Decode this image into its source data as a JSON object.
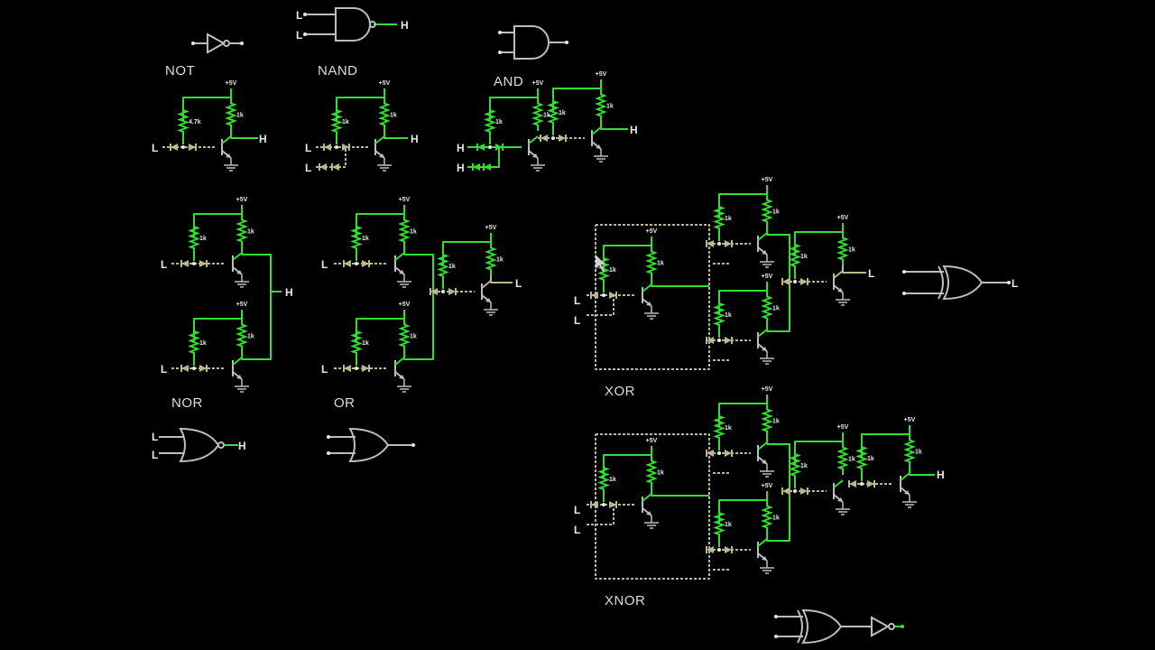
{
  "colors": {
    "background": "#000000",
    "wire_high": "#33dd33",
    "wire_low": "#b9b98c",
    "component": "#bdbdbd",
    "text": "#e6e6e6"
  },
  "labels": {
    "not": "NOT",
    "nand": "NAND",
    "and": "AND",
    "nor": "NOR",
    "or": "OR",
    "xor": "XOR",
    "xnor": "XNOR"
  },
  "supply": "+5V",
  "resistors": {
    "r1k": "1k",
    "r47k": "4.7k"
  },
  "logic": {
    "low": "L",
    "high": "H"
  },
  "gates": [
    {
      "type": "NOT",
      "inputs": [
        "L"
      ],
      "output": "H"
    },
    {
      "type": "NAND",
      "inputs": [
        "L",
        "L"
      ],
      "output": "H"
    },
    {
      "type": "AND",
      "inputs": [
        "H",
        "H"
      ],
      "output": "H"
    },
    {
      "type": "NOR",
      "inputs": [
        "L",
        "L"
      ],
      "output": "H"
    },
    {
      "type": "OR",
      "inputs": [
        "L",
        "L"
      ],
      "output": "L"
    },
    {
      "type": "XOR",
      "inputs": [
        "L",
        "L"
      ],
      "output": "L"
    },
    {
      "type": "XNOR",
      "inputs": [
        "L",
        "L"
      ],
      "output": "H"
    }
  ]
}
